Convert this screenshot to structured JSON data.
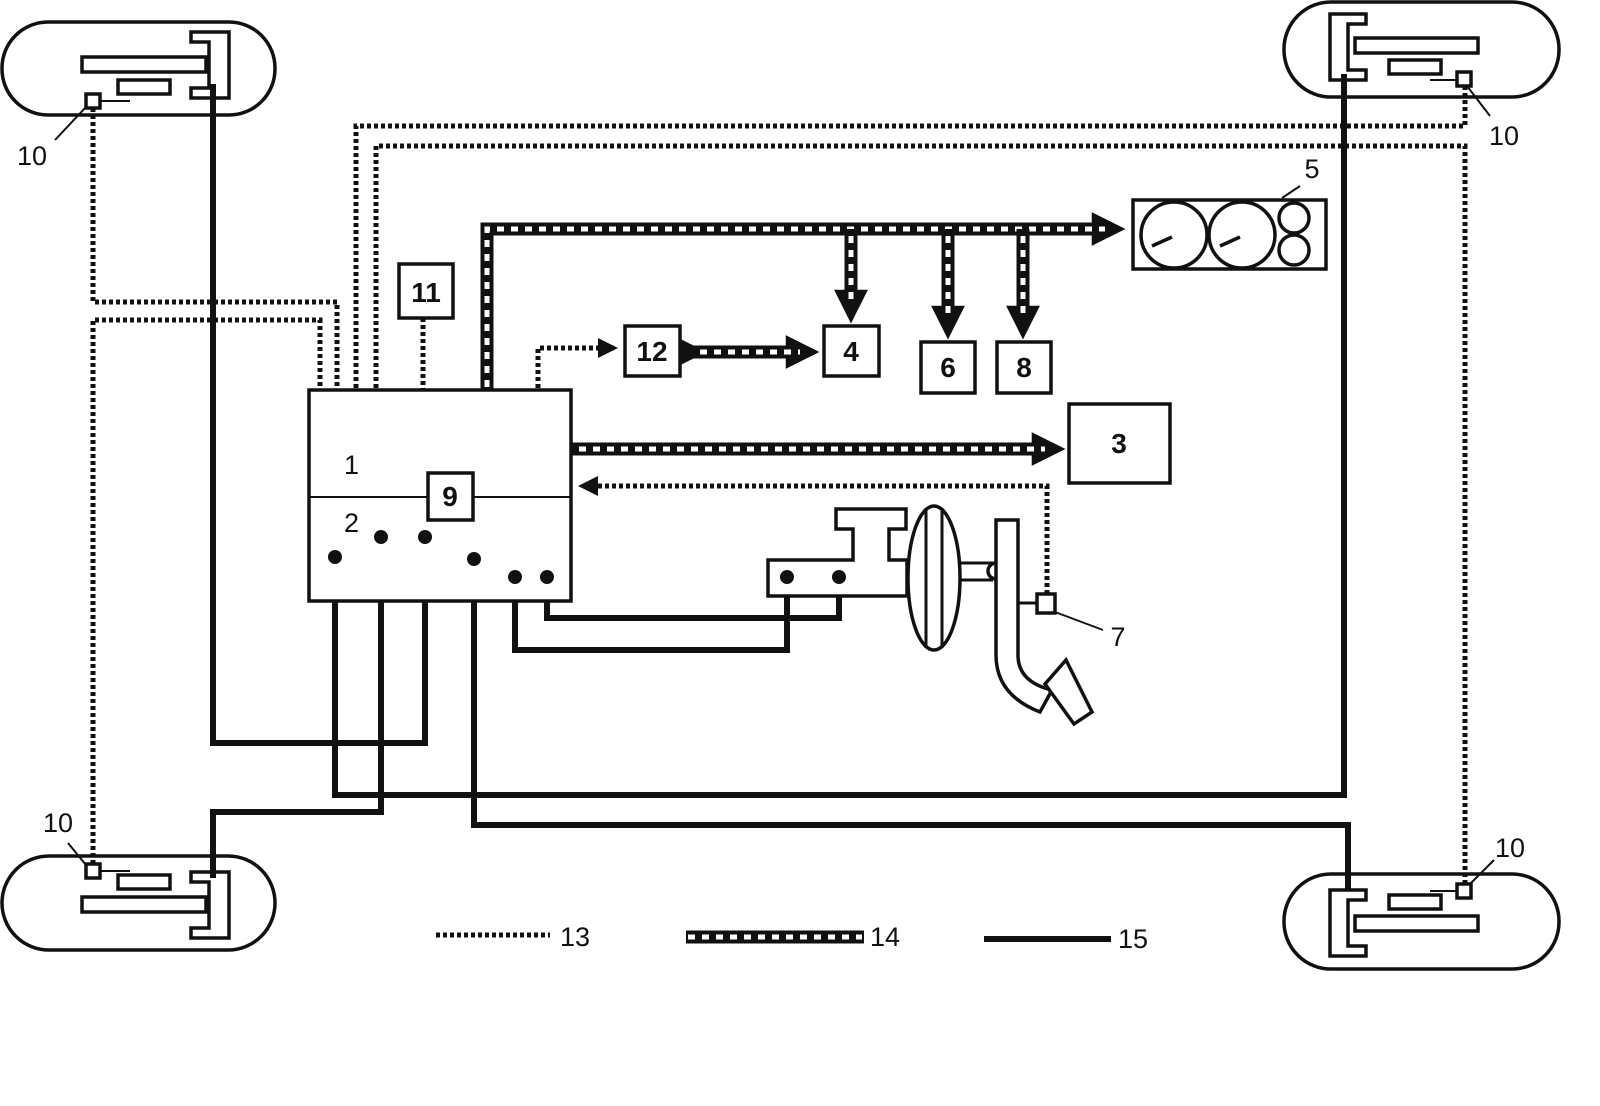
{
  "labels": {
    "ecu_upper": "1",
    "ecu_lower": "2",
    "unit_3": "3",
    "unit_4": "4",
    "cluster_5": "5",
    "unit_6": "6",
    "sensor_7": "7",
    "unit_8": "8",
    "unit_9": "9",
    "wheel_sensor_fl": "10",
    "wheel_sensor_fr": "10",
    "wheel_sensor_rl": "10",
    "wheel_sensor_rr": "10",
    "unit_11": "11",
    "unit_12": "12"
  },
  "legend": [
    {
      "label": "13",
      "style": "dotted-line",
      "meaning": ""
    },
    {
      "label": "14",
      "style": "thick-dashed-bus",
      "meaning": ""
    },
    {
      "label": "15",
      "style": "solid-line",
      "meaning": ""
    }
  ],
  "colors": {
    "ink": "#111111",
    "background": "#ffffff"
  }
}
